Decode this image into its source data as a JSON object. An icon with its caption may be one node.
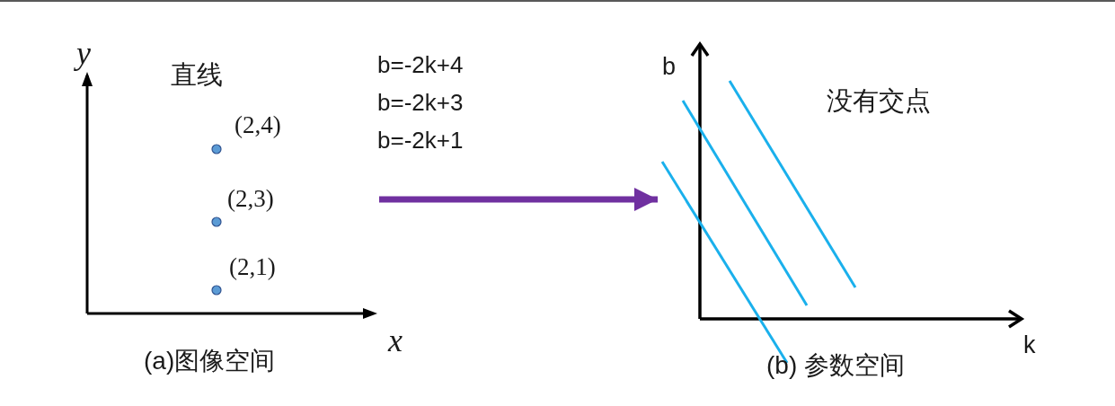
{
  "diagram": {
    "nodes": [
      {
        "text": [],
        "shape": "picture"
      },
      {
        "text": [],
        "shape": "picture"
      }
    ],
    "edges": [
      {
        "from": 0,
        "to": 1,
        "arrow": "to",
        "color": "#7030a0"
      }
    ],
    "labels": [
      "y",
      "直线",
      "(2,4)",
      "(2,3)",
      "(2,1)",
      "x",
      "(a)图像空间",
      "b=-2k+4",
      "b=-2k+3",
      "b=-2k+1",
      "b",
      "没有交点",
      "k",
      "(b) 参数空间"
    ]
  }
}
